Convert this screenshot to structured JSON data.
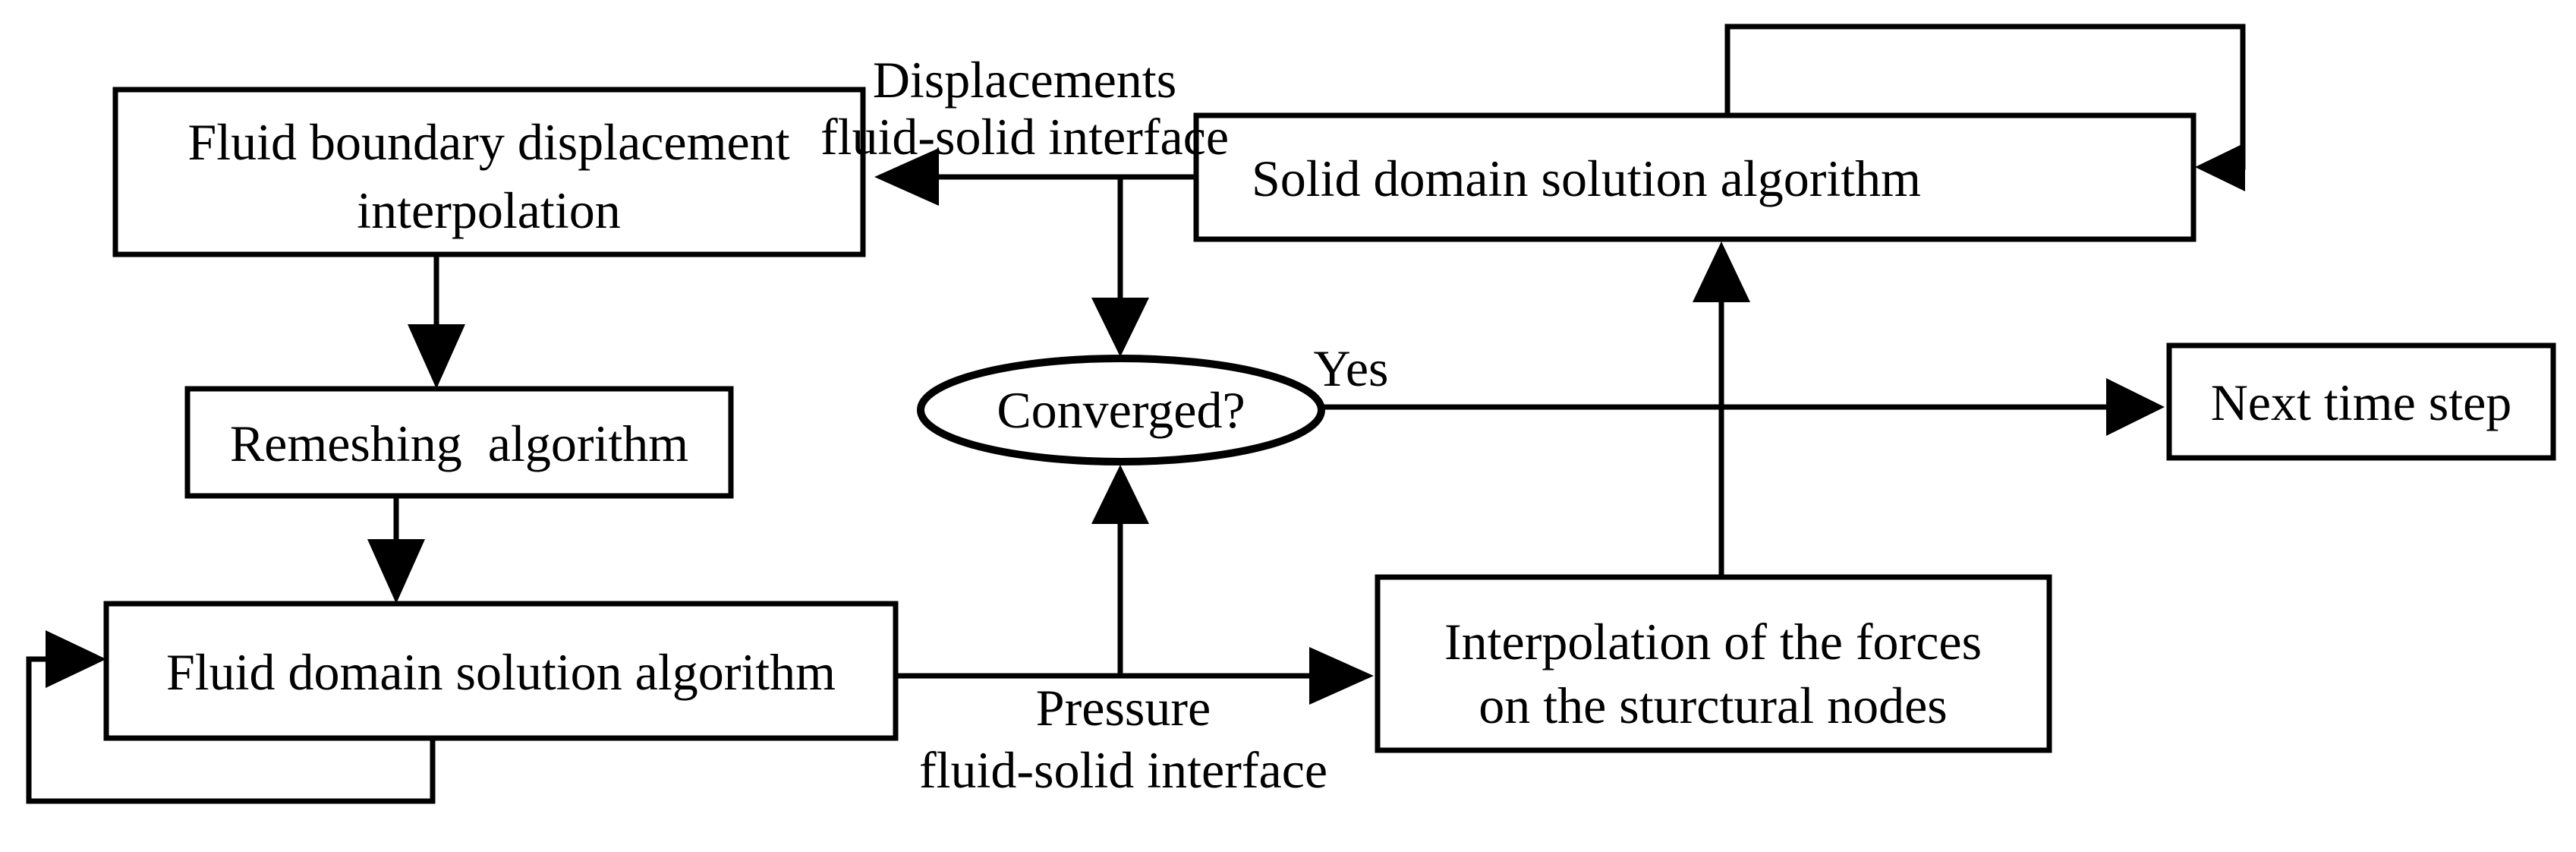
{
  "diagram": {
    "title": "Fluid-structure interaction solution flowchart",
    "nodes": {
      "fluid_boundary": {
        "line1": "Fluid boundary displacement",
        "line2": "interpolation"
      },
      "remeshing": {
        "label": "Remeshing  algorithm"
      },
      "fluid_domain": {
        "label": "Fluid domain solution algorithm"
      },
      "solid_domain": {
        "label": "Solid domain solution algorithm"
      },
      "converged": {
        "label": "Converged?"
      },
      "next_time_step": {
        "label": "Next time step"
      },
      "interpolation_forces": {
        "line1": "Interpolation of the forces",
        "line2": "on the sturctural nodes"
      }
    },
    "edge_labels": {
      "displacements": {
        "line1": "Displacements",
        "line2": "fluid-solid interface"
      },
      "pressure": {
        "line1": "Pressure",
        "line2": "fluid-solid interface"
      },
      "yes": "Yes"
    },
    "colors": {
      "stroke": "#000000",
      "background": "#ffffff",
      "text": "#000000"
    }
  }
}
